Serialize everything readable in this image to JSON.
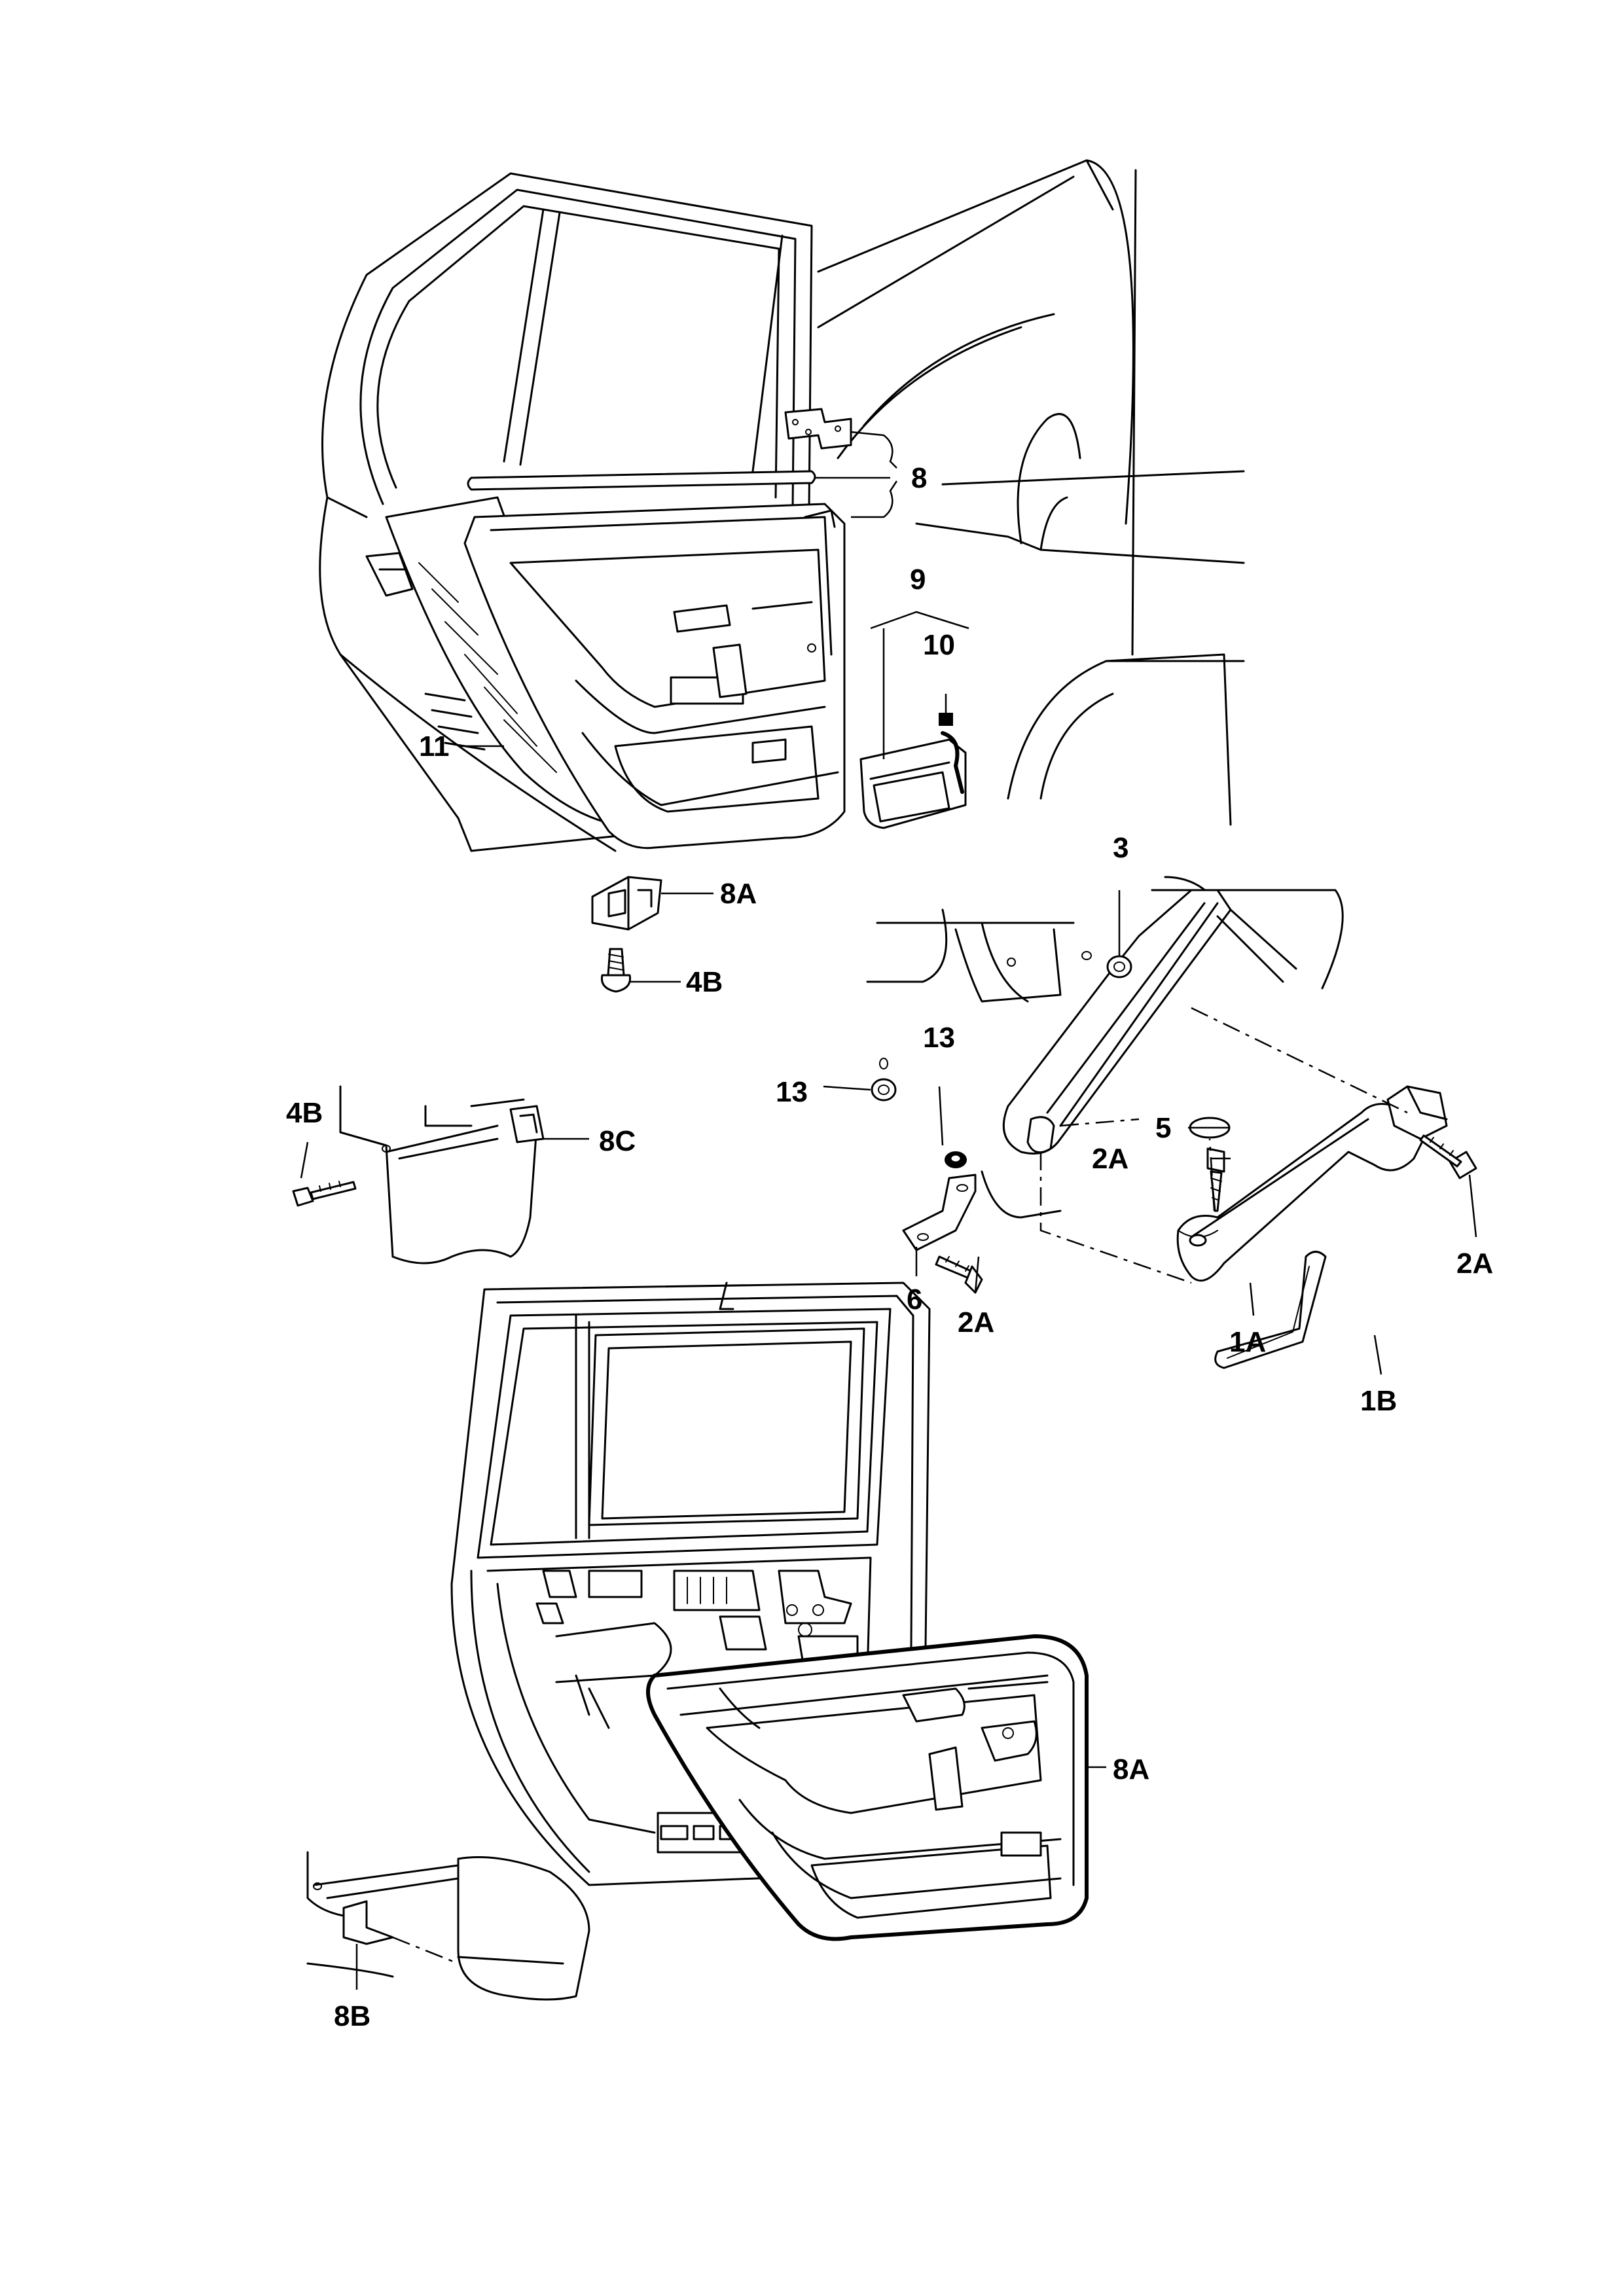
{
  "callouts": {
    "c8": "8",
    "c9": "9",
    "c10": "10",
    "c11": "11",
    "c8a_top": "8A",
    "c4b_top": "4B",
    "c3": "3",
    "c13_right": "13",
    "c13_left": "13",
    "c5": "5",
    "c2a_mid": "2A",
    "c2a_right": "2A",
    "c2a_bracket": "2A",
    "c6": "6",
    "c1a": "1A",
    "c1b": "1B",
    "c4b_left": "4B",
    "c8c": "8C",
    "c8a_bottom": "8A",
    "c8b": "8B"
  }
}
